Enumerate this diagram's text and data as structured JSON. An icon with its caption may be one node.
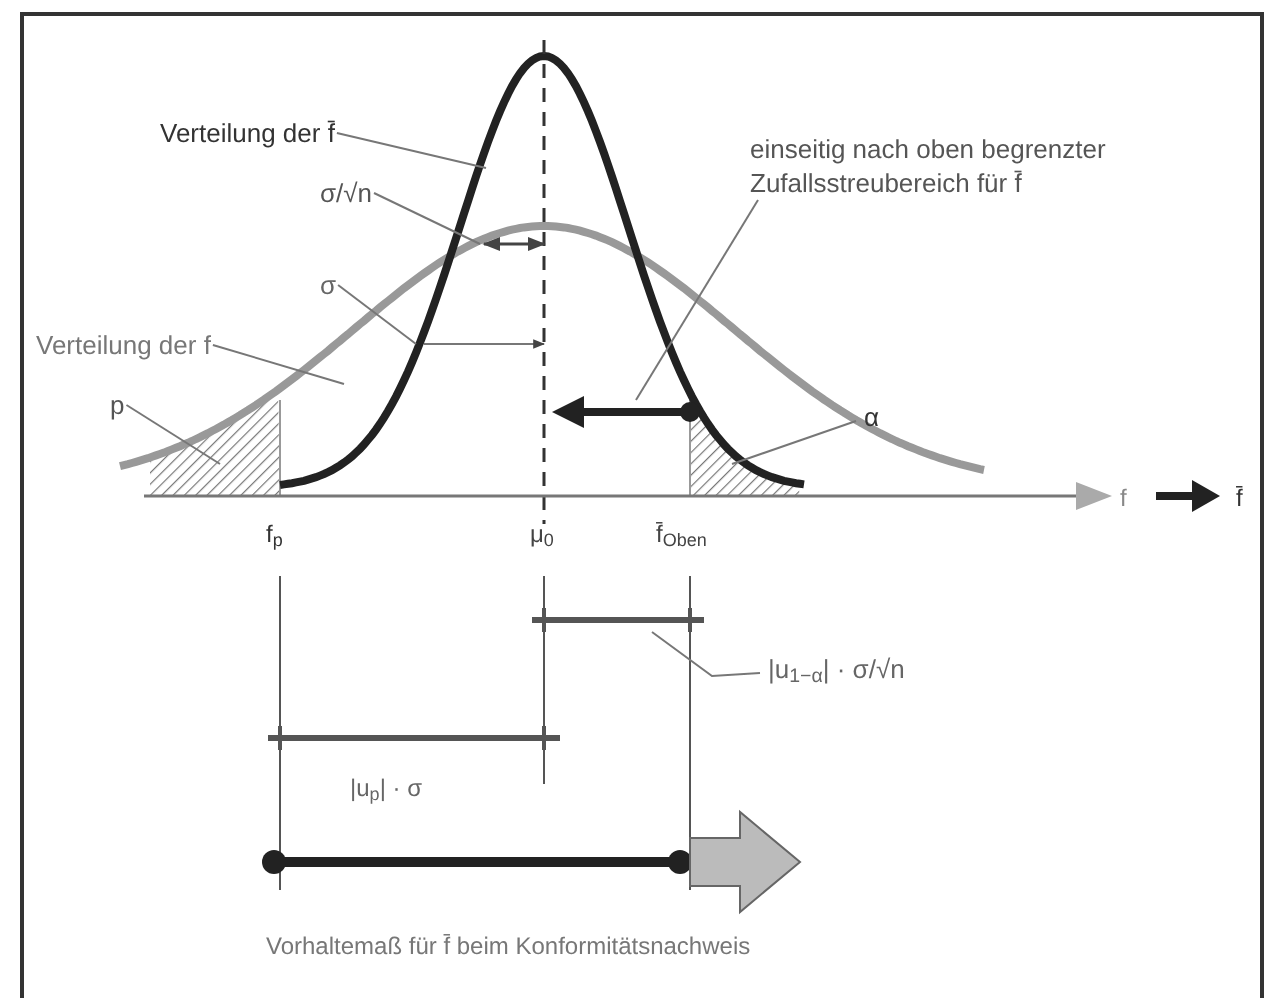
{
  "diagram": {
    "nodes": [
      {
        "text": [
          "Verteilung der f̄"
        ]
      },
      {
        "text": [
          "σ/√n"
        ]
      },
      {
        "text": [
          "σ"
        ]
      },
      {
        "text": [
          "Verteilung der f"
        ]
      },
      {
        "text": [
          "p"
        ]
      },
      {
        "text": [
          "einseitig nach oben begrenzter Zufallsstreubereich für f̄"
        ]
      },
      {
        "text": [
          "α"
        ]
      },
      {
        "text": [
          "|u$_{1−α}$| · σ/√n"
        ]
      }
    ],
    "edges": [
      {
        "from": 0,
        "to": null,
        "arrow": "none"
      },
      {
        "from": 1,
        "to": null,
        "arrow": "none"
      },
      {
        "from": 2,
        "to": null,
        "arrow": "none"
      },
      {
        "from": 3,
        "to": null,
        "arrow": "none"
      },
      {
        "from": 4,
        "to": null,
        "arrow": "none"
      },
      {
        "from": 5,
        "to": null,
        "arrow": "none"
      },
      {
        "from": 6,
        "to": null,
        "arrow": "none"
      },
      {
        "from": 7,
        "to": null,
        "arrow": "none"
      }
    ],
    "labels": [
      "f",
      "f̄",
      "f$_{p}$",
      "μ$_{0}$",
      "f̄$_{Oben}$",
      "|u$_{p}$| · σ",
      "Vorhaltemaß für f̄ beim Konformitätsnachweis"
    ]
  }
}
